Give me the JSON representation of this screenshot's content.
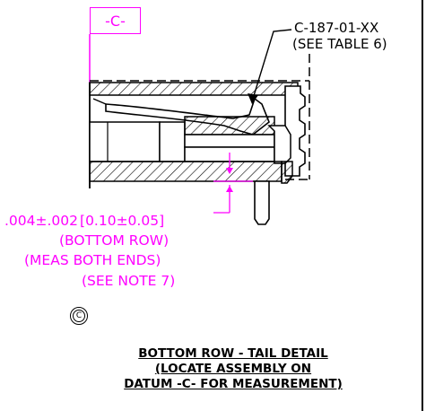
{
  "datum_label": "-C-",
  "part_number": "C-187-01-XX",
  "part_note": "(SEE TABLE 6)",
  "dimension": {
    "value": ".004±.002",
    "metric": "[0.10±0.05]",
    "row": "(BOTTOM ROW)",
    "meas": "(MEAS BOTH ENDS)",
    "note": "(SEE NOTE 7)"
  },
  "note_symbol": "C",
  "caption": {
    "line1": "BOTTOM ROW - TAIL DETAIL",
    "line2": "(LOCATE ASSEMBLY ON",
    "line3": "DATUM -C- FOR MEASUREMENT)"
  },
  "colors": {
    "annotation": "#ff00ff",
    "line": "#000000"
  }
}
